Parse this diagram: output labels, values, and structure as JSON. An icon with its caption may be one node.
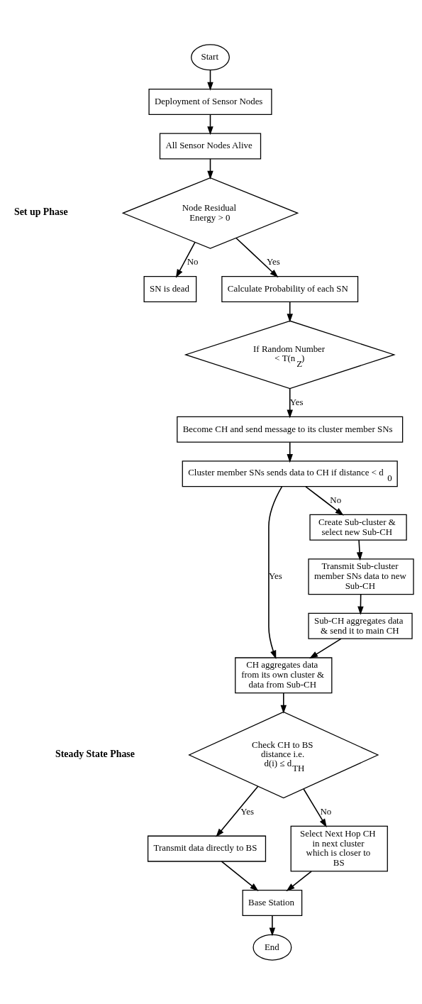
{
  "diagram": {
    "nodes": [
      {
        "text": [
          "Start"
        ]
      },
      {
        "text": [
          "Deployment of Sensor Nodes"
        ]
      },
      {
        "text": [
          "All Sensor Nodes Alive"
        ]
      },
      {
        "text": [
          "Node Residual Energy > 0"
        ]
      },
      {
        "text": [
          "SN is dead"
        ]
      },
      {
        "text": [
          "Calculate Probability of each SN"
        ]
      },
      {
        "text": [
          "If Random Number < T(n$_{Z}$)"
        ]
      },
      {
        "text": [
          "Become CH and send message to its cluster member SNs"
        ]
      },
      {
        "text": [
          "Cluster member SNs sends data to CH if distance < d$_{0}$"
        ]
      },
      {
        "text": [
          "CH aggregates data from its own cluster & data from Sub-CH"
        ]
      },
      {
        "text": [
          "Create Sub-cluster & select new Sub-CH"
        ]
      },
      {
        "text": [
          "Transmit Sub-cluster member SNs data to new Sub-CH"
        ]
      },
      {
        "text": [
          "Sub-CH aggregates data & send it to main CH"
        ]
      },
      {
        "text": [
          "Check CH to BS distance i.e. d(i) ≤ d$_{TH}$"
        ]
      },
      {
        "text": [
          "Select Next Hop CH in next cluster which is closer to BS"
        ]
      },
      {
        "text": [
          "Transmit data directly to BS"
        ]
      },
      {
        "text": [
          "Base Station"
        ]
      },
      {
        "text": [
          "End"
        ]
      }
    ],
    "edges": [
      {
        "from": 0,
        "to": 1,
        "arrow": "to"
      },
      {
        "from": 1,
        "to": 2,
        "arrow": "to"
      },
      {
        "from": 2,
        "to": 3,
        "arrow": "to"
      },
      {
        "from": 3,
        "to": 4,
        "arrow": "to",
        "label": "No"
      },
      {
        "from": 3,
        "to": 5,
        "arrow": "to",
        "label": "Yes"
      },
      {
        "from": 5,
        "to": 6,
        "arrow": "to"
      },
      {
        "from": 6,
        "to": 7,
        "arrow": "to",
        "label": "Yes"
      },
      {
        "from": 7,
        "to": 8,
        "arrow": "to"
      },
      {
        "from": 8,
        "to": 9,
        "arrow": "to",
        "label": "Yes"
      },
      {
        "from": 8,
        "to": 10,
        "arrow": "to",
        "label": "No"
      },
      {
        "from": 10,
        "to": 11,
        "arrow": "to"
      },
      {
        "from": 11,
        "to": 12,
        "arrow": "to"
      },
      {
        "from": 12,
        "to": 9,
        "arrow": "to"
      },
      {
        "from": 9,
        "to": 13,
        "arrow": "to"
      },
      {
        "from": 13,
        "to": 15,
        "arrow": "to",
        "label": "Yes"
      },
      {
        "from": 13,
        "to": 14,
        "arrow": "to",
        "label": "No"
      },
      {
        "from": 15,
        "to": 16,
        "arrow": "to"
      },
      {
        "from": 14,
        "to": 16,
        "arrow": "to"
      },
      {
        "from": 16,
        "to": 17,
        "arrow": "to"
      }
    ],
    "labels": [
      "Set up Phase",
      "Steady State Phase"
    ]
  }
}
